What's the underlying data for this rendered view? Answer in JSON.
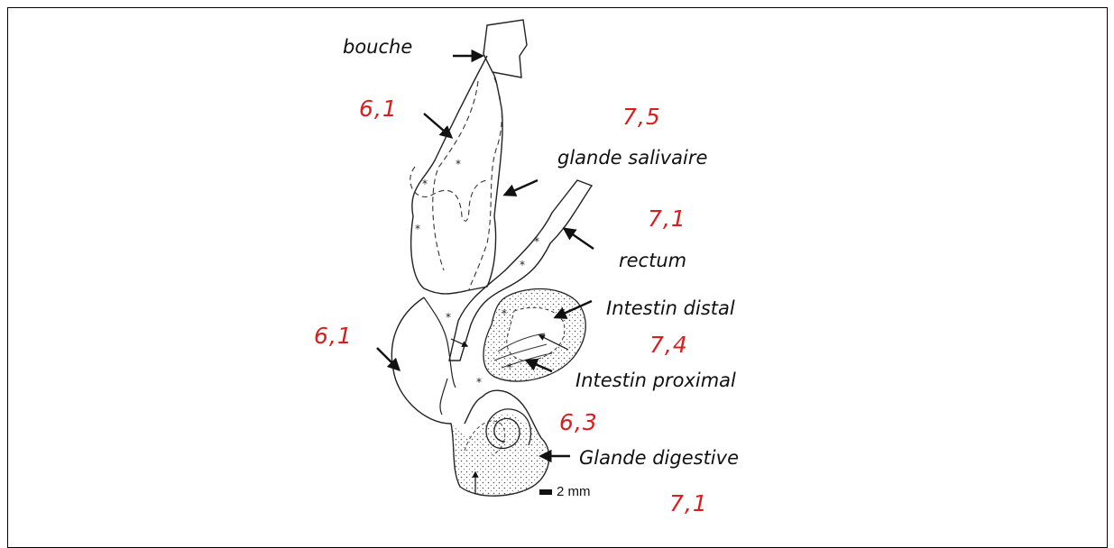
{
  "labels": {
    "bouche": "bouche",
    "glande_salivaire": "glande salivaire",
    "rectum": "rectum",
    "intestin_distal": "Intestin distal",
    "intestin_proximal": "Intestin proximal",
    "glande_digestive": "Glande digestive"
  },
  "ph_values": {
    "oesophagus": "6,1",
    "salivary": "7,5",
    "rectum": "7,1",
    "stomach": "6,1",
    "distal": "7,4",
    "proximal": "6,3",
    "digestive": "7,1"
  },
  "scale_bar": "2 mm",
  "colors": {
    "ph": "#d81e1e",
    "line": "#222222",
    "stipple": "#e9e9e9"
  }
}
